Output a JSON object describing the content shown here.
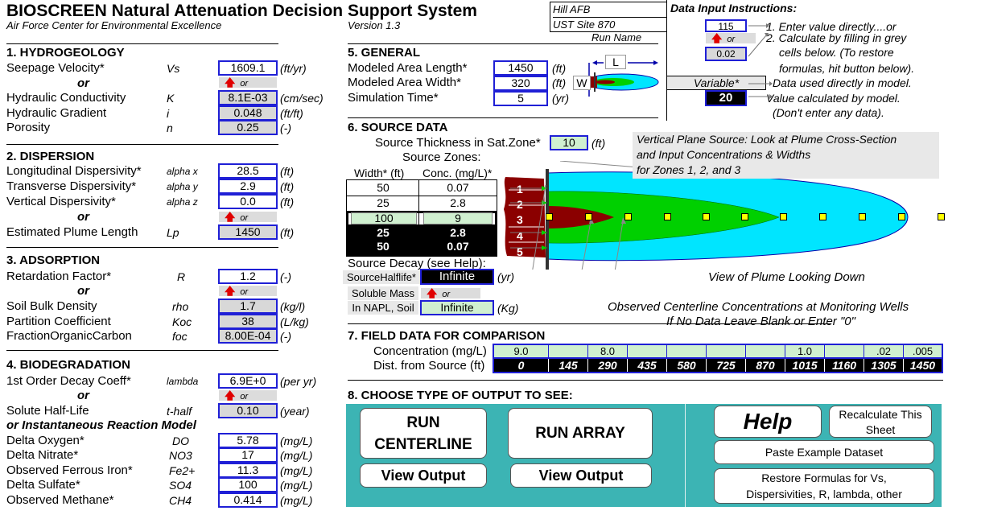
{
  "app": {
    "title": "BIOSCREEN Natural Attenuation Decision Support System",
    "org": "Air Force Center for Environmental Excellence",
    "version": "Version 1.3"
  },
  "run": {
    "line1": "Hill AFB",
    "line2": "UST Site 870",
    "label": "Run Name"
  },
  "instructions": {
    "title": "Data Input Instructions:",
    "ex1": "115",
    "ex2": "0.02",
    "or": "or",
    "step1": "1.  Enter value directly....or",
    "step2a": "2.  Calculate by filling in grey",
    "step2b": "cells below.  (To restore",
    "step2c": "formulas, hit button below).",
    "variable": "Variable*",
    "var_desc": "Data used directly in model.",
    "calc_val": "20",
    "calc_desc1": "Value calculated by model.",
    "calc_desc2": "(Don't enter any data)."
  },
  "hydro": {
    "title": "1. HYDROGEOLOGY",
    "seep_label": "Seepage Velocity*",
    "seep_sym": "Vs",
    "seep_val": "1609.1",
    "seep_unit": "(ft/yr)",
    "or": "or",
    "or_small": "or",
    "hc_label": "Hydraulic Conductivity",
    "hc_sym": "K",
    "hc_val": "8.1E-03",
    "hc_unit": "(cm/sec)",
    "hg_label": "Hydraulic Gradient",
    "hg_sym": "i",
    "hg_val": "0.048",
    "hg_unit": "(ft/ft)",
    "por_label": "Porosity",
    "por_sym": "n",
    "por_val": "0.25",
    "por_unit": "(-)"
  },
  "disp": {
    "title": "2. DISPERSION",
    "long_label": "Longitudinal Dispersivity*",
    "long_sym": "alpha x",
    "long_val": "28.5",
    "trans_label": "Transverse Dispersivity*",
    "trans_sym": "alpha y",
    "trans_val": "2.9",
    "vert_label": "Vertical Dispersivity*",
    "vert_sym": "alpha z",
    "vert_val": "0.0",
    "unit": "(ft)",
    "or": "or",
    "or_small": "or",
    "epl_label": "Estimated Plume Length",
    "epl_sym": "Lp",
    "epl_val": "1450"
  },
  "ads": {
    "title": "3. ADSORPTION",
    "rf_label": "Retardation Factor*",
    "rf_sym": "R",
    "rf_val": "1.2",
    "rf_unit": "(-)",
    "or_small": "or",
    "or": "or",
    "sbd_label": "Soil Bulk Density",
    "sbd_sym": "rho",
    "sbd_val": "1.7",
    "sbd_unit": "(kg/l)",
    "pc_label": "Partition Coefficient",
    "pc_sym": "Koc",
    "pc_val": "38",
    "pc_unit": "(L/kg)",
    "foc_label": "FractionOrganicCarbon",
    "foc_sym": "foc",
    "foc_val": "8.00E-04",
    "foc_unit": "(-)"
  },
  "bio": {
    "title": "4. BIODEGRADATION",
    "dc_label": "1st Order Decay Coeff*",
    "dc_sym": "lambda",
    "dc_val": "6.9E+0",
    "dc_unit": "(per yr)",
    "or": "or",
    "or_small": "or",
    "shl_label": "Solute Half-Life",
    "shl_sym": "t-half",
    "shl_val": "0.10",
    "shl_unit": "(year)",
    "inst": "or Instantaneous Reaction Model",
    "do_label": "Delta Oxygen*",
    "do_sym": "DO",
    "do_val": "5.78",
    "no3_label": "Delta Nitrate*",
    "no3_sym": "NO3",
    "no3_val": "17",
    "fe_label": "Observed Ferrous Iron*",
    "fe_sym": "Fe2+",
    "fe_val": "11.3",
    "so4_label": "Delta Sulfate*",
    "so4_sym": "SO4",
    "so4_val": "100",
    "ch4_label": "Observed Methane*",
    "ch4_sym": "CH4",
    "ch4_val": "0.414",
    "unit": "(mg/L)"
  },
  "general": {
    "title": "5. GENERAL",
    "len_label": "Modeled Area Length*",
    "len_val": "1450",
    "len_unit": "(ft)",
    "wid_label": "Modeled Area Width*",
    "wid_val": "320",
    "wid_unit": "(ft)",
    "sim_label": "Simulation Time*",
    "sim_val": "5",
    "sim_unit": "(yr)",
    "L": "L",
    "W": "W"
  },
  "source": {
    "title": "6. SOURCE DATA",
    "thick_label": "Source Thickness in Sat.Zone*",
    "thick_val": "10",
    "thick_unit": "(ft)",
    "zones_label": "Source Zones:",
    "col_width": "Width* (ft)",
    "col_conc": "Conc. (mg/L)*",
    "zones": [
      {
        "w": "50",
        "c": "0.07",
        "n": "1"
      },
      {
        "w": "25",
        "c": "2.8",
        "n": "2"
      },
      {
        "w": "100",
        "c": "9",
        "n": "3"
      },
      {
        "w": "25",
        "c": "2.8",
        "n": "4"
      },
      {
        "w": "50",
        "c": "0.07",
        "n": "5"
      }
    ],
    "decay_label": "Source Decay (see Help):",
    "hl_label": "SourceHalflife*",
    "hl_val": "Infinite",
    "hl_unit": "(yr)",
    "sm_label": "Soluble Mass",
    "or_small": "or",
    "napl_label": "In NAPL, Soil",
    "napl_val": "Infinite",
    "napl_unit": "(Kg)",
    "note1": "Vertical Plane Source:  Look at Plume Cross-Section",
    "note2": "and Input Concentrations & Widths",
    "note3": "for Zones 1, 2, and 3",
    "view_label": "View of Plume Looking Down",
    "obs1": "Observed Centerline Concentrations at Monitoring Wells",
    "obs2": "If No Data Leave Blank or Enter \"0\""
  },
  "field": {
    "title": "7. FIELD DATA FOR COMPARISON",
    "conc_label": "Concentration (mg/L)",
    "dist_label": "Dist. from Source  (ft)",
    "conc": [
      "9.0",
      "",
      "8.0",
      "",
      "",
      "",
      "",
      "1.0",
      "",
      ".02",
      ".005"
    ],
    "dist": [
      "0",
      "145",
      "290",
      "435",
      "580",
      "725",
      "870",
      "1015",
      "1160",
      "1305",
      "1450"
    ]
  },
  "output": {
    "title": "8. CHOOSE TYPE OF OUTPUT TO SEE:",
    "run_cl1": "RUN",
    "run_cl2": "CENTERLINE",
    "run_arr": "RUN ARRAY",
    "view1": "View Output",
    "view2": "View Output",
    "help": "Help",
    "recalc1": "Recalculate This",
    "recalc2": "Sheet",
    "paste": "Paste Example Dataset",
    "restore1": "Restore Formulas for Vs,",
    "restore2": "Dispersivities, R,  lambda, other"
  }
}
